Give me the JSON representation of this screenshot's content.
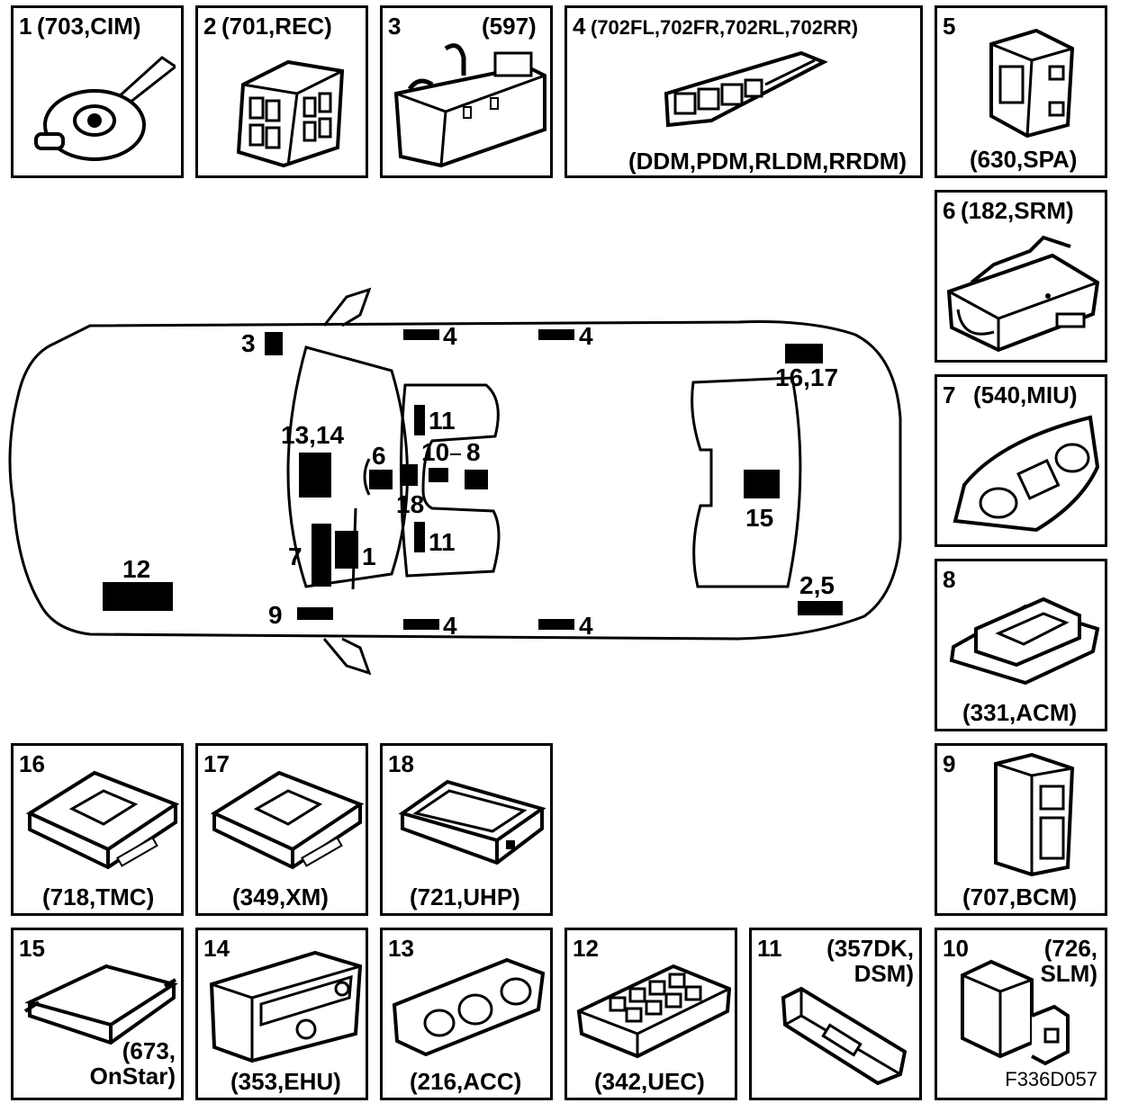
{
  "figure_code": "F336D057",
  "modules": [
    {
      "id": "1",
      "code": "(703,CIM)"
    },
    {
      "id": "2",
      "code": "(701,REC)"
    },
    {
      "id": "3",
      "code": "(597)"
    },
    {
      "id": "4",
      "code": "(702FL,702FR,702RL,702RR)",
      "sub": "(DDM,PDM,RLDM,RRDM)"
    },
    {
      "id": "5",
      "code": "(630,SPA)"
    },
    {
      "id": "6",
      "code": "(182,SRM)"
    },
    {
      "id": "7",
      "code": "(540,MIU)"
    },
    {
      "id": "8",
      "code": "(331,ACM)"
    },
    {
      "id": "9",
      "code": "(707,BCM)"
    },
    {
      "id": "10",
      "code": "(726,\nSLM)"
    },
    {
      "id": "11",
      "code": "(357DK,\nDSM)"
    },
    {
      "id": "12",
      "code": "(342,UEC)"
    },
    {
      "id": "13",
      "code": "(216,ACC)"
    },
    {
      "id": "14",
      "code": "(353,EHU)"
    },
    {
      "id": "15",
      "code": "(673,\nOnStar)"
    },
    {
      "id": "16",
      "code": "(718,TMC)"
    },
    {
      "id": "17",
      "code": "(349,XM)"
    },
    {
      "id": "18",
      "code": "(721,UHP)"
    }
  ],
  "car_labels": {
    "l3": "3",
    "l4a": "4",
    "l4b": "4",
    "l4c": "4",
    "l4d": "4",
    "l1617": "16,17",
    "l1314": "13,14",
    "l6": "6",
    "l10": "10",
    "l8": "8",
    "l11a": "11",
    "l11b": "11",
    "l18": "18",
    "l15": "15",
    "l7": "7",
    "l1": "1",
    "l12": "12",
    "l9": "9",
    "l25": "2,5"
  }
}
